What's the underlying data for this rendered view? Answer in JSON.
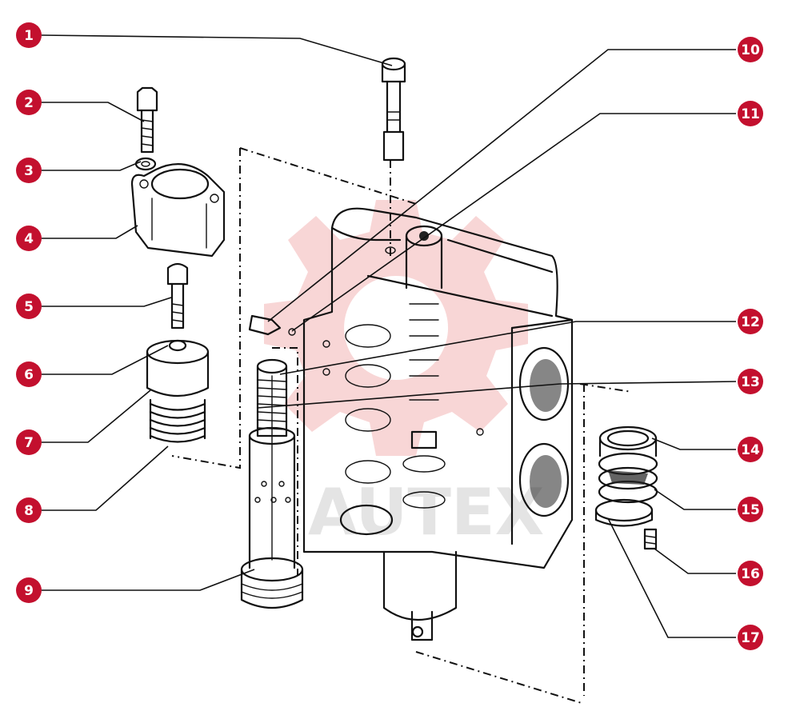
{
  "watermark": {
    "text": "AUTEX",
    "color": "#f2b0b0"
  },
  "callout_color": "#c3102e",
  "callouts": [
    {
      "id": "1",
      "label": "1"
    },
    {
      "id": "2",
      "label": "2"
    },
    {
      "id": "3",
      "label": "3"
    },
    {
      "id": "4",
      "label": "4"
    },
    {
      "id": "5",
      "label": "5"
    },
    {
      "id": "6",
      "label": "6"
    },
    {
      "id": "7",
      "label": "7"
    },
    {
      "id": "8",
      "label": "8"
    },
    {
      "id": "9",
      "label": "9"
    },
    {
      "id": "10",
      "label": "10"
    },
    {
      "id": "11",
      "label": "11"
    },
    {
      "id": "12",
      "label": "12"
    },
    {
      "id": "13",
      "label": "13"
    },
    {
      "id": "14",
      "label": "14"
    },
    {
      "id": "15",
      "label": "15"
    },
    {
      "id": "16",
      "label": "16"
    },
    {
      "id": "17",
      "label": "17"
    }
  ]
}
